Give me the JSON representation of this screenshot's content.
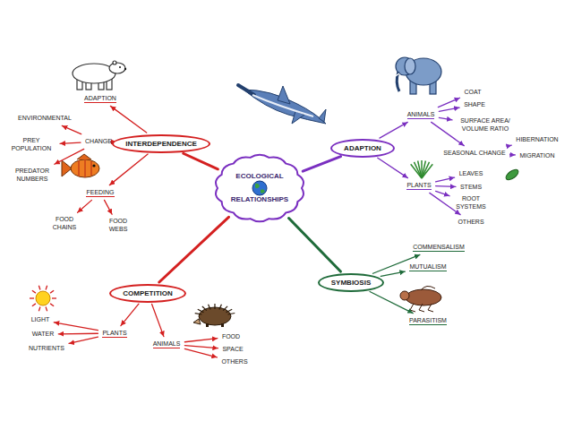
{
  "diagram": {
    "nodes": [
      {
        "text": [
          "ECOLOGICAL RELATIONSHIPS"
        ]
      },
      {
        "text": [
          "INTERDEPENDENCE"
        ]
      },
      {
        "text": [
          "ADAPTION"
        ]
      },
      {
        "text": [
          "CHANGE"
        ]
      },
      {
        "text": [
          "ENVIRONMENTAL"
        ]
      },
      {
        "text": [
          "PREY POPULATION"
        ]
      },
      {
        "text": [
          "PREDATOR NUMBERS"
        ]
      },
      {
        "text": [
          "FEEDING"
        ]
      },
      {
        "text": [
          "FOOD CHAINS"
        ]
      },
      {
        "text": [
          "FOOD WEBS"
        ]
      },
      {
        "text": [
          "ADAPTION"
        ]
      },
      {
        "text": [
          "ANIMALS"
        ]
      },
      {
        "text": [
          "COAT"
        ]
      },
      {
        "text": [
          "SHAPE"
        ]
      },
      {
        "text": [
          "SURFACE AREA/ VOLUME RATIO"
        ]
      },
      {
        "text": [
          "SEASONAL CHANGE"
        ]
      },
      {
        "text": [
          "HIBERNATION"
        ]
      },
      {
        "text": [
          "MIGRATION"
        ]
      },
      {
        "text": [
          "PLANTS"
        ]
      },
      {
        "text": [
          "LEAVES"
        ]
      },
      {
        "text": [
          "STEMS"
        ]
      },
      {
        "text": [
          "ROOT SYSTEMS"
        ]
      },
      {
        "text": [
          "OTHERS"
        ]
      },
      {
        "text": [
          "SYMBIOSIS"
        ]
      },
      {
        "text": [
          "COMMENSALISM"
        ]
      },
      {
        "text": [
          "MUTUALISM"
        ]
      },
      {
        "text": [
          "PARASITISM"
        ]
      },
      {
        "text": [
          "COMPETITION"
        ]
      },
      {
        "text": [
          "PLANTS"
        ]
      },
      {
        "text": [
          "LIGHT"
        ]
      },
      {
        "text": [
          "WATER"
        ]
      },
      {
        "text": [
          "NUTRIENTS"
        ]
      },
      {
        "text": [
          "ANIMALS"
        ]
      },
      {
        "text": [
          "FOOD"
        ]
      },
      {
        "text": [
          "SPACE"
        ]
      },
      {
        "text": [
          "OTHERS"
        ]
      }
    ],
    "edges": [
      {
        "from": 0,
        "to": 1,
        "arrow": "none"
      },
      {
        "from": 0,
        "to": 10,
        "arrow": "none"
      },
      {
        "from": 0,
        "to": 23,
        "arrow": "none"
      },
      {
        "from": 0,
        "to": 27,
        "arrow": "none"
      },
      {
        "from": 1,
        "to": 2,
        "arrow": "to"
      },
      {
        "from": 1,
        "to": 3,
        "arrow": "to"
      },
      {
        "from": 3,
        "to": 4,
        "arrow": "to"
      },
      {
        "from": 3,
        "to": 5,
        "arrow": "to"
      },
      {
        "from": 3,
        "to": 6,
        "arrow": "to"
      },
      {
        "from": 1,
        "to": 7,
        "arrow": "to"
      },
      {
        "from": 7,
        "to": 8,
        "arrow": "to"
      },
      {
        "from": 7,
        "to": 9,
        "arrow": "to"
      },
      {
        "from": 10,
        "to": 11,
        "arrow": "to"
      },
      {
        "from": 11,
        "to": 12,
        "arrow": "to"
      },
      {
        "from": 11,
        "to": 13,
        "arrow": "to"
      },
      {
        "from": 11,
        "to": 14,
        "arrow": "to"
      },
      {
        "from": 11,
        "to": 15,
        "arrow": "to"
      },
      {
        "from": 15,
        "to": 16,
        "arrow": "to"
      },
      {
        "from": 15,
        "to": 17,
        "arrow": "to"
      },
      {
        "from": 10,
        "to": 18,
        "arrow": "to"
      },
      {
        "from": 18,
        "to": 19,
        "arrow": "to"
      },
      {
        "from": 18,
        "to": 20,
        "arrow": "to"
      },
      {
        "from": 18,
        "to": 21,
        "arrow": "to"
      },
      {
        "from": 18,
        "to": 22,
        "arrow": "to"
      },
      {
        "from": 23,
        "to": 24,
        "arrow": "to"
      },
      {
        "from": 23,
        "to": 25,
        "arrow": "to"
      },
      {
        "from": 23,
        "to": 26,
        "arrow": "to"
      },
      {
        "from": 27,
        "to": 28,
        "arrow": "to"
      },
      {
        "from": 28,
        "to": 29,
        "arrow": "to"
      },
      {
        "from": 28,
        "to": 30,
        "arrow": "to"
      },
      {
        "from": 28,
        "to": 31,
        "arrow": "to"
      },
      {
        "from": 27,
        "to": 32,
        "arrow": "to"
      },
      {
        "from": 32,
        "to": 33,
        "arrow": "to"
      },
      {
        "from": 32,
        "to": 34,
        "arrow": "to"
      },
      {
        "from": 32,
        "to": 35,
        "arrow": "to"
      }
    ]
  }
}
